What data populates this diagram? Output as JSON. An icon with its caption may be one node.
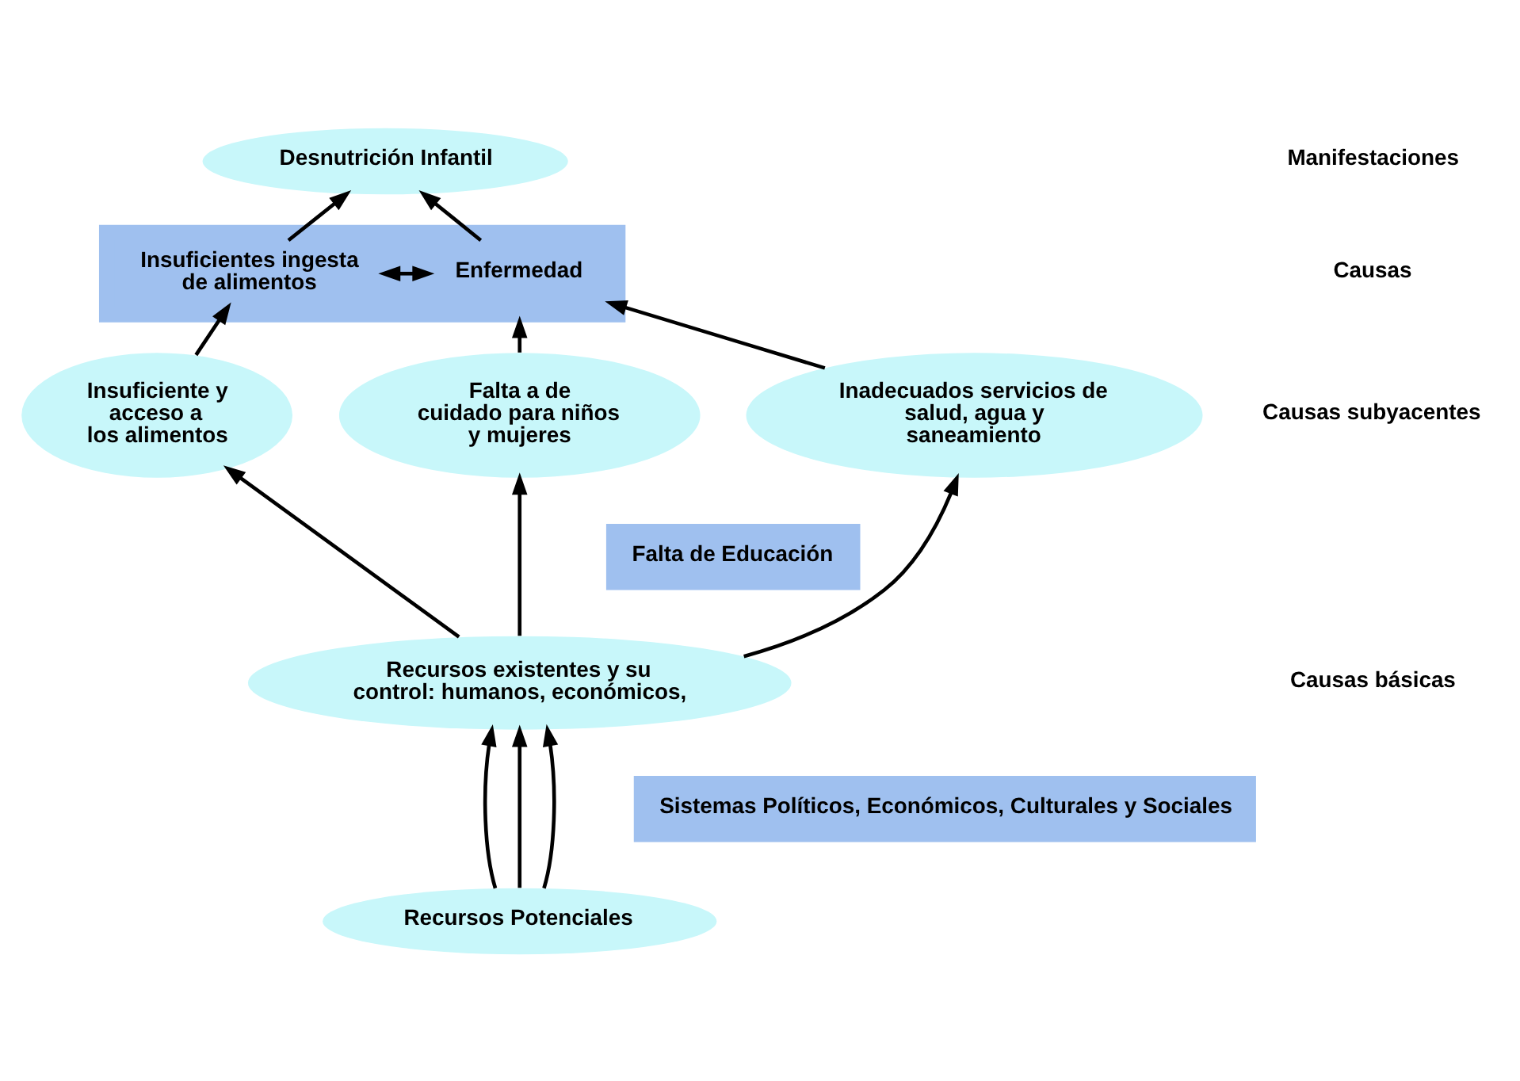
{
  "diagram": {
    "nodes": [
      {
        "text": [
          "Desnutrición Infantil"
        ]
      },
      {
        "text": [],
        "shape": "bar"
      },
      {
        "text": [
          "Insuficientes ingesta de alimentos"
        ],
        "in": 1
      },
      {
        "text": [
          "Enfermedad"
        ],
        "in": 1
      },
      {
        "text": [
          "Insuficiente y acceso a los alimentos"
        ]
      },
      {
        "text": [
          "Falta a de cuidado para niños y mujeres"
        ]
      },
      {
        "text": [
          "Inadecuados servicios de salud, agua y saneamiento"
        ]
      },
      {
        "text": [
          "Falta de Educación"
        ]
      },
      {
        "text": [
          "Recursos existentes y su control: humanos, económicos,"
        ]
      },
      {
        "text": [
          "Sistemas Políticos, Económicos, Culturales y Sociales"
        ]
      },
      {
        "text": [
          "Recursos Potenciales"
        ]
      }
    ],
    "edges": [
      {
        "from": 2,
        "to": 0,
        "arrow": "to"
      },
      {
        "from": 3,
        "to": 0,
        "arrow": "to"
      },
      {
        "from": 2,
        "to": 3,
        "arrow": "both"
      },
      {
        "from": 4,
        "to": 2,
        "arrow": "to"
      },
      {
        "from": 5,
        "to": 1,
        "arrow": "to"
      },
      {
        "from": 6,
        "to": 3,
        "arrow": "to"
      },
      {
        "from": 8,
        "to": 4,
        "arrow": "to"
      },
      {
        "from": 8,
        "to": 5,
        "arrow": "to"
      },
      {
        "from": 8,
        "to": 6,
        "arrow": "to"
      },
      {
        "from": 10,
        "to": 8,
        "arrow": "to"
      },
      {
        "from": 10,
        "to": 8,
        "arrow": "to"
      },
      {
        "from": 10,
        "to": 8,
        "arrow": "to"
      }
    ],
    "labels": [
      "Manifestaciones",
      "Causas",
      "Causas subyacentes",
      "Causas básicas"
    ]
  }
}
